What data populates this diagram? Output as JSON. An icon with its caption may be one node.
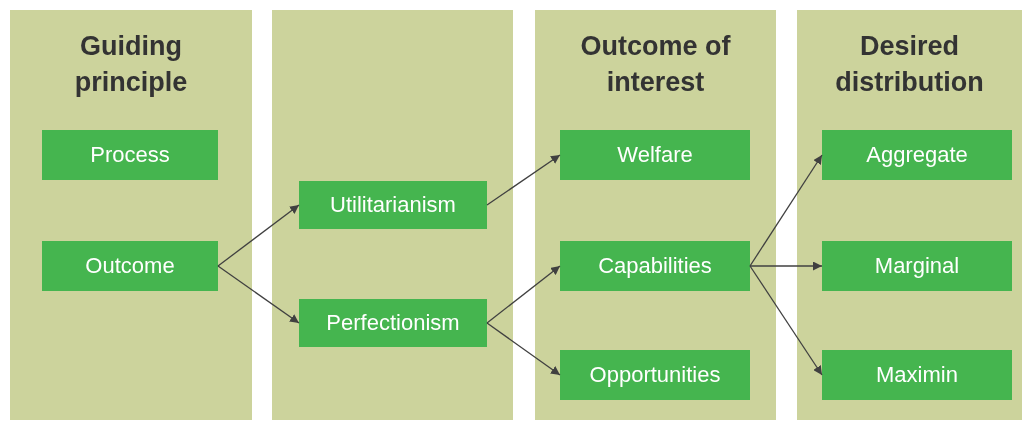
{
  "diagram": {
    "nodes": [
      {
        "text": [
          "Guiding principle"
        ]
      },
      {
        "text": [
          "Process"
        ],
        "in": 0
      },
      {
        "text": [
          "Outcome"
        ],
        "in": 0
      },
      {
        "text": [],
        "shape": "box"
      },
      {
        "text": [
          "Utilitarianism"
        ],
        "in": 3
      },
      {
        "text": [
          "Perfectionism"
        ],
        "in": 3
      },
      {
        "text": [
          "Outcome of interest"
        ]
      },
      {
        "text": [
          "Welfare"
        ],
        "in": 6
      },
      {
        "text": [
          "Capabilities"
        ],
        "in": 6
      },
      {
        "text": [
          "Opportunities"
        ],
        "in": 6
      },
      {
        "text": [
          "Desired distribution"
        ]
      },
      {
        "text": [
          "Aggregate"
        ],
        "in": 10
      },
      {
        "text": [
          "Marginal"
        ],
        "in": 10
      },
      {
        "text": [
          "Maximin"
        ],
        "in": 10
      }
    ],
    "edges": [
      {
        "from": 2,
        "to": 4,
        "arrow": "to"
      },
      {
        "from": 2,
        "to": 5,
        "arrow": "to"
      },
      {
        "from": 4,
        "to": 7,
        "arrow": "to"
      },
      {
        "from": 5,
        "to": 8,
        "arrow": "to"
      },
      {
        "from": 5,
        "to": 9,
        "arrow": "to"
      },
      {
        "from": 8,
        "to": 11,
        "arrow": "to"
      },
      {
        "from": 8,
        "to": 12,
        "arrow": "to"
      },
      {
        "from": 8,
        "to": 13,
        "arrow": "to"
      }
    ]
  }
}
